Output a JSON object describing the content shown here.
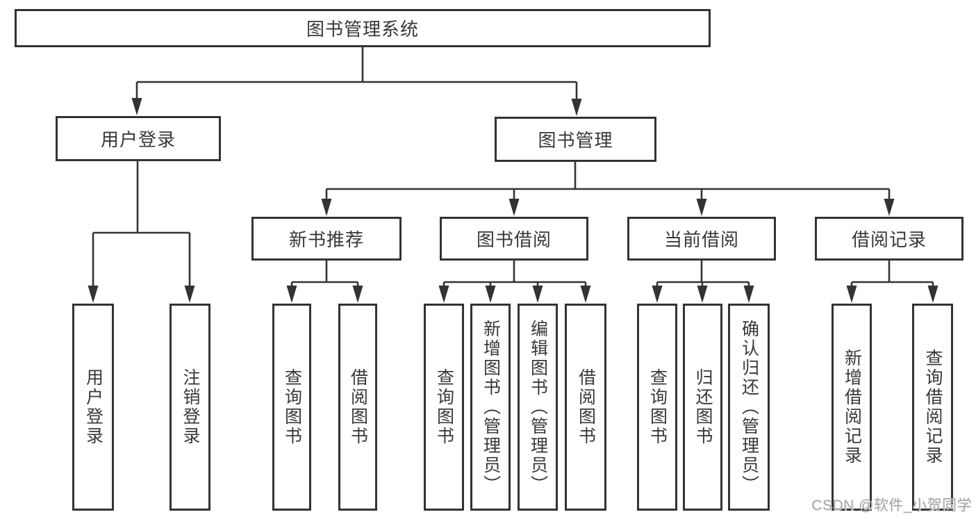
{
  "diagram": {
    "root": {
      "label": "图书管理系统"
    },
    "user_login": {
      "label": "用户登录",
      "children": [
        {
          "label": "用户登录"
        },
        {
          "label": "注销登录"
        }
      ]
    },
    "book_management": {
      "label": "图书管理",
      "children": [
        {
          "label": "新书推荐",
          "children": [
            {
              "label": "查询图书"
            },
            {
              "label": "借阅图书"
            }
          ]
        },
        {
          "label": "图书借阅",
          "children": [
            {
              "label": "查询图书"
            },
            {
              "label": "新增图书（管理员）"
            },
            {
              "label": "编辑图书（管理员）"
            },
            {
              "label": "借阅图书"
            }
          ]
        },
        {
          "label": "当前借阅",
          "children": [
            {
              "label": "查询图书"
            },
            {
              "label": "归还图书"
            },
            {
              "label": "确认归还（管理员）"
            }
          ]
        },
        {
          "label": "借阅记录",
          "children": [
            {
              "label": "新增借阅记录"
            },
            {
              "label": "查询借阅记录"
            }
          ]
        }
      ]
    }
  },
  "watermark": "CSDN @软件_小贺同学",
  "colors": {
    "line": "#333333",
    "text": "#383838",
    "watermark": "#a6a6a6",
    "background": "#ffffff"
  }
}
